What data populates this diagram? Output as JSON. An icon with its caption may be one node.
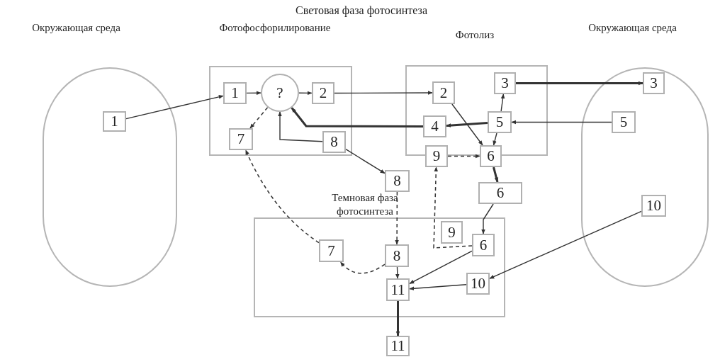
{
  "diagram": {
    "title": "Световая фаза фотосинтеза",
    "nodes": [
      {
        "text": [
          "Окружающая среда"
        ]
      },
      {
        "text": [
          "Фотофосфорилирование"
        ]
      },
      {
        "text": [
          "Фотолиз"
        ]
      },
      {
        "text": [
          "Окружающая среда"
        ]
      },
      {
        "text": [
          "Темновая фаза фотосинтеза"
        ]
      },
      {
        "text": [
          "1"
        ],
        "in": 0
      },
      {
        "text": [
          "1"
        ],
        "in": 1
      },
      {
        "text": [
          "?"
        ],
        "in": 1
      },
      {
        "text": [
          "2"
        ],
        "in": 1
      },
      {
        "text": [
          "7"
        ],
        "in": 1
      },
      {
        "text": [
          "8"
        ],
        "in": 1
      },
      {
        "text": [
          "2"
        ],
        "in": 2
      },
      {
        "text": [
          "3"
        ],
        "in": 2
      },
      {
        "text": [
          "4"
        ],
        "in": 2
      },
      {
        "text": [
          "5"
        ],
        "in": 2
      },
      {
        "text": [
          "6"
        ]
      },
      {
        "text": [
          "9"
        ]
      },
      {
        "text": [
          "3"
        ],
        "in": 3
      },
      {
        "text": [
          "5"
        ],
        "in": 3
      },
      {
        "text": [
          "10"
        ],
        "in": 3
      },
      {
        "text": [
          "8"
        ]
      },
      {
        "text": [
          "6"
        ]
      },
      {
        "text": [
          "7"
        ],
        "in": 4
      },
      {
        "text": [
          "9"
        ],
        "in": 4
      },
      {
        "text": [
          "6"
        ],
        "in": 4
      },
      {
        "text": [
          "8"
        ],
        "in": 4
      },
      {
        "text": [
          "11"
        ],
        "in": 4
      },
      {
        "text": [
          "10"
        ],
        "in": 4
      },
      {
        "text": [
          "11"
        ]
      }
    ],
    "edges": [
      {
        "from": 5,
        "to": 6,
        "arrow": "to"
      },
      {
        "from": 6,
        "to": 7,
        "arrow": "to"
      },
      {
        "from": 7,
        "to": 8,
        "arrow": "to"
      },
      {
        "from": 8,
        "to": 11,
        "arrow": "to"
      },
      {
        "from": 10,
        "to": 7,
        "arrow": "to"
      },
      {
        "from": 7,
        "to": 9,
        "arrow": "to",
        "style": "dashed"
      },
      {
        "from": 13,
        "to": 7,
        "arrow": "to",
        "style": "thick"
      },
      {
        "from": 14,
        "to": 13,
        "arrow": "to",
        "style": "thick"
      },
      {
        "from": 14,
        "to": 12,
        "arrow": "to"
      },
      {
        "from": 12,
        "to": 17,
        "arrow": "to",
        "style": "thick"
      },
      {
        "from": 18,
        "to": 14,
        "arrow": "to"
      },
      {
        "from": 11,
        "to": 15,
        "arrow": "to"
      },
      {
        "from": 14,
        "to": 15,
        "arrow": "to"
      },
      {
        "from": 16,
        "to": 15,
        "arrow": "to",
        "style": "dashed"
      },
      {
        "from": 10,
        "to": 20,
        "arrow": "to"
      },
      {
        "from": 15,
        "to": 21,
        "arrow": "to",
        "style": "thick"
      },
      {
        "from": 21,
        "to": 24,
        "arrow": "to"
      },
      {
        "from": 24,
        "to": 16,
        "arrow": "to",
        "style": "dashed"
      },
      {
        "from": 20,
        "to": 25,
        "arrow": "to",
        "style": "dashed"
      },
      {
        "from": 25,
        "to": 26,
        "arrow": "to"
      },
      {
        "from": 24,
        "to": 26,
        "arrow": "to"
      },
      {
        "from": 27,
        "to": 26,
        "arrow": "to"
      },
      {
        "from": 19,
        "to": 27,
        "arrow": "to"
      },
      {
        "from": 26,
        "to": 28,
        "arrow": "to",
        "style": "thick"
      },
      {
        "from": 22,
        "to": 9,
        "arrow": "to",
        "style": "dashed"
      },
      {
        "from": 25,
        "to": 22,
        "arrow": "to",
        "style": "dashed"
      }
    ]
  }
}
